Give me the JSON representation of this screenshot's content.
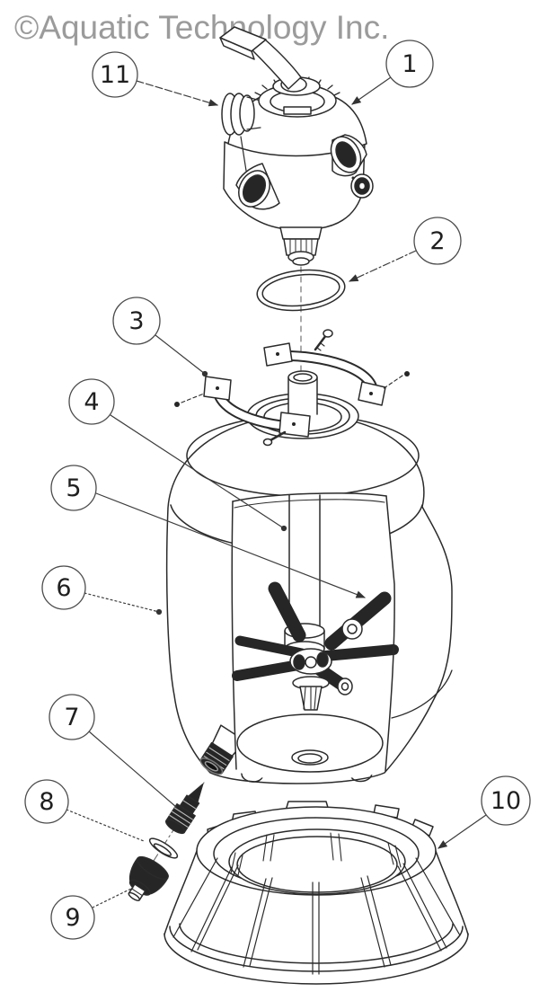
{
  "header": {
    "title": "©Aquatic Technology Inc."
  },
  "diagram": {
    "kind": "exploded-parts-diagram",
    "callouts": [
      {
        "label": "1"
      },
      {
        "label": "2"
      },
      {
        "label": "3"
      },
      {
        "label": "4"
      },
      {
        "label": "5"
      },
      {
        "label": "6"
      },
      {
        "label": "7"
      },
      {
        "label": "8"
      },
      {
        "label": "9"
      },
      {
        "label": "10"
      },
      {
        "label": "11"
      }
    ]
  },
  "colors": {
    "background": "#ffffff",
    "title_gray": "#9b9b9b",
    "line": "#2b2b2b",
    "dark_fill": "#262626",
    "callout_stroke": "#4c4c4c"
  }
}
